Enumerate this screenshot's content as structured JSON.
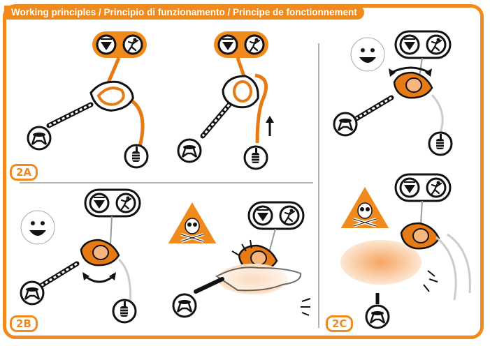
{
  "title": "Working principles / Principio di funzionamento / Principe de fonctionnement",
  "panels": {
    "a": {
      "label": "2A"
    },
    "b": {
      "label": "2B"
    },
    "c": {
      "label": "2C"
    }
  },
  "colors": {
    "accent": "#f08a1c",
    "ink": "#111111",
    "device_orange": "#e67a14",
    "warning_triangle": "#f08a1c",
    "hand_glow": "#f6a561"
  },
  "icons": [
    "brake-icon",
    "climber-icon",
    "harness-icon",
    "hand-icon",
    "happy-face-icon",
    "skull-warning-icon",
    "rotation-arrow-icon",
    "rope-pull-arrow-icon"
  ]
}
